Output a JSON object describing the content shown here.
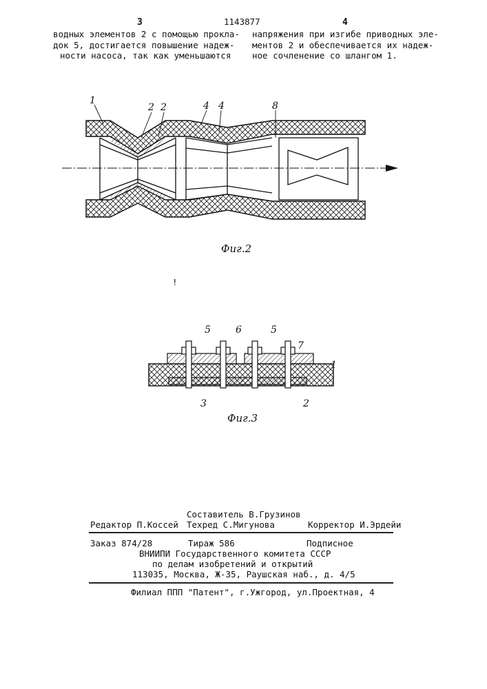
{
  "header": {
    "page_left": "3",
    "patent_number": "1143877",
    "page_right": "4"
  },
  "left_column": [
    "водных элементов 2 с помощью прокла-",
    "док 5, достигается повышение надеж-",
    "ности насоса, так как уменьшаются"
  ],
  "right_column": [
    "напряжения при изгибе приводных эле-",
    "ментов 2 и обеспечивается их надеж-",
    "ное сочленение со шлангом 1."
  ],
  "fig2": {
    "caption": "Фиг.2",
    "labels": [
      "1",
      "2",
      "2",
      "4",
      "4",
      "8"
    ]
  },
  "stray_mark": "!",
  "fig3": {
    "caption": "Фиг.3",
    "labels_top": [
      "5",
      "6",
      "5",
      "7",
      "1"
    ],
    "labels_bottom": [
      "3",
      "2"
    ]
  },
  "imprint": {
    "compiler": "Составитель В.Грузинов",
    "editor": "Редактор П.Коссей",
    "techred": "Техред С.Мигунова",
    "corrector": "Корректор И.Эрдейи",
    "order": "Заказ 874/28",
    "circulation": "Тираж 586",
    "subscription": "Подписное",
    "org1": "ВНИИПИ Государственного комитета СССР",
    "org2": "по делам изобретений и открытий",
    "address": "113035, Москва, Ж-35, Раушская наб., д. 4/5",
    "branch": "Филиал ППП \"Патент\", г.Ужгород, ул.Проектная, 4"
  }
}
